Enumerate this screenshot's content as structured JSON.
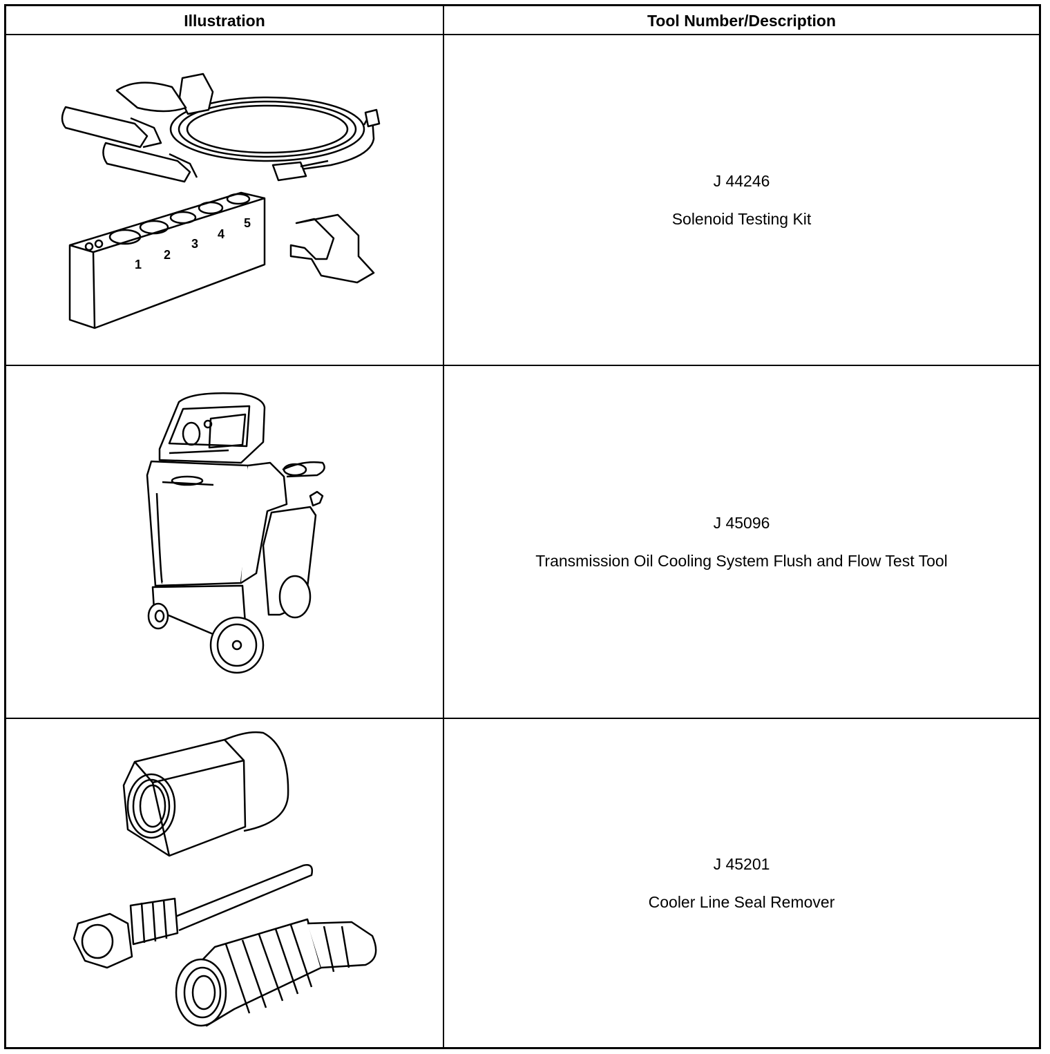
{
  "table": {
    "headers": {
      "illustration": "Illustration",
      "tool": "Tool Number/Description"
    },
    "rows": [
      {
        "tool_number": "J 44246",
        "description": "Solenoid Testing Kit",
        "illustration_icon": "solenoid-testing-kit-drawing",
        "block_labels": [
          "1",
          "2",
          "3",
          "4",
          "5"
        ]
      },
      {
        "tool_number": "J 45096",
        "description": "Transmission Oil Cooling System Flush and Flow Test Tool",
        "illustration_icon": "flush-and-flow-cart-drawing"
      },
      {
        "tool_number": "J 45201",
        "description": "Cooler Line Seal Remover",
        "illustration_icon": "cooler-line-seal-remover-drawing"
      }
    ]
  }
}
